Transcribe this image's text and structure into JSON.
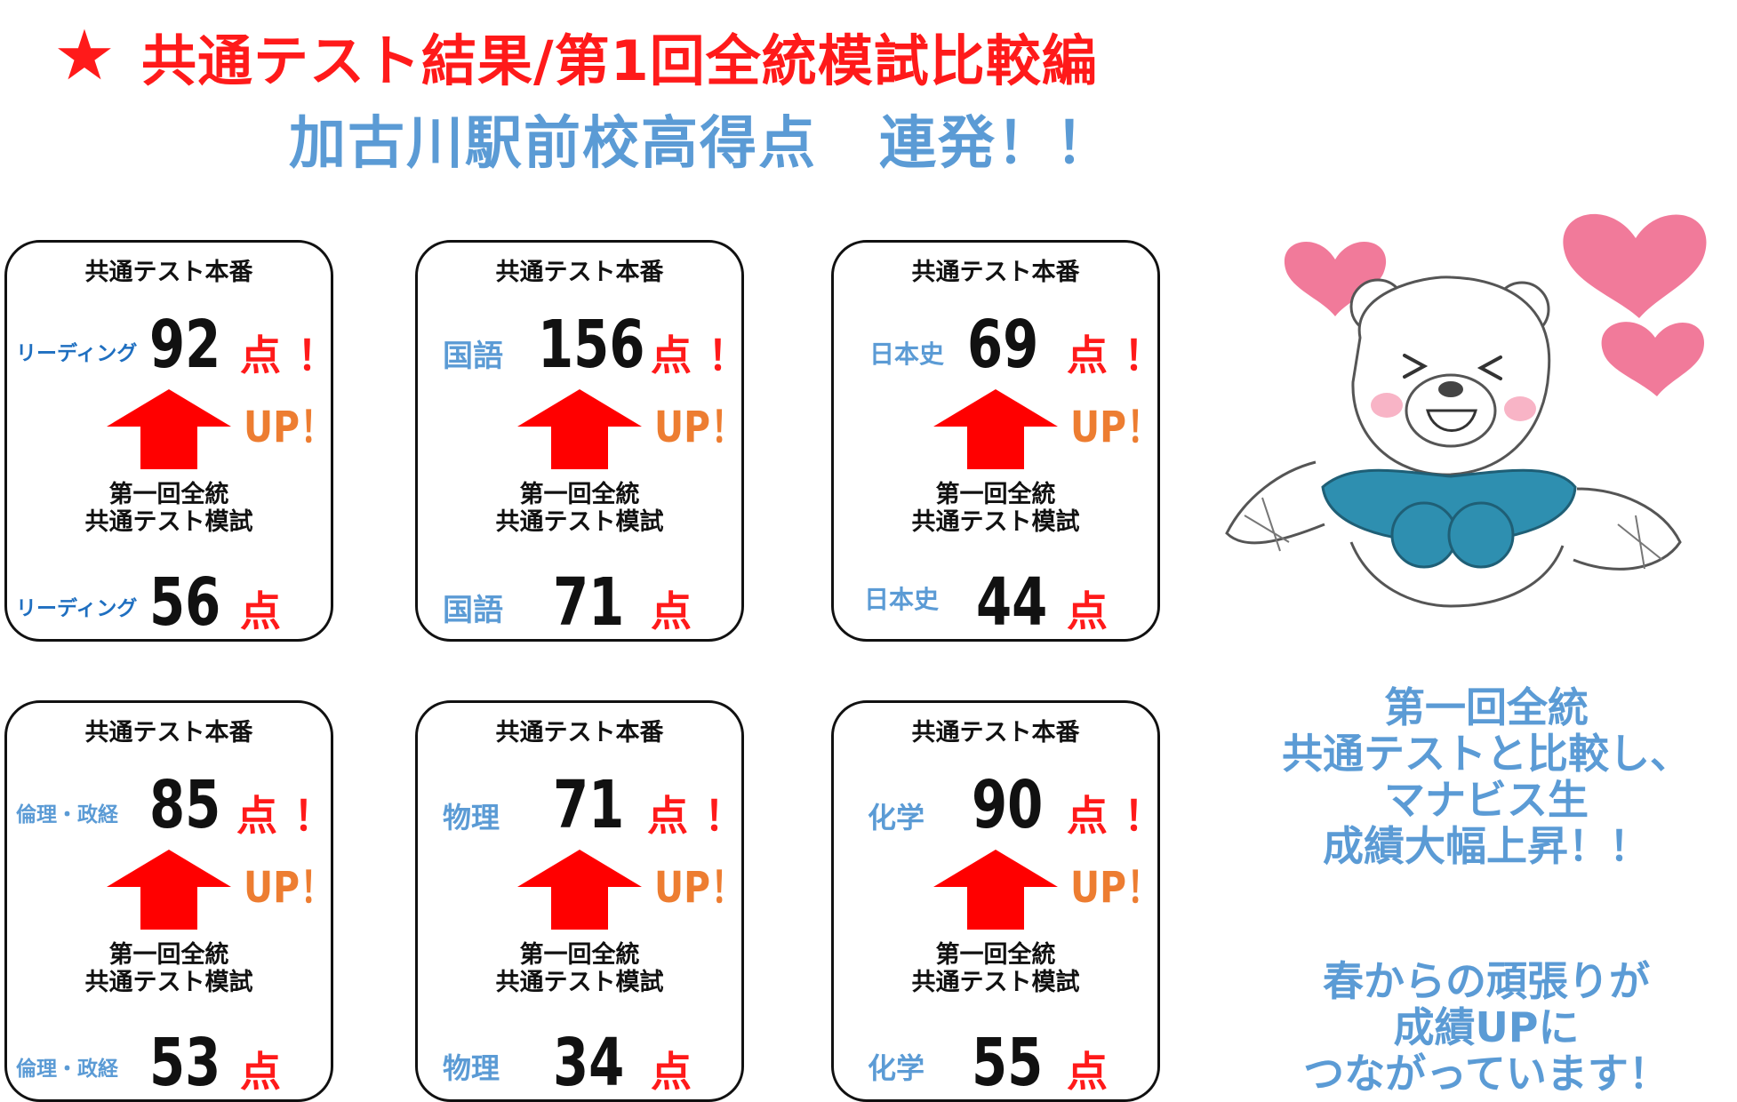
{
  "header": {
    "star": "★",
    "title": "共通テスト結果/第1回全統模試比較編",
    "subtitle_a": "加古川駅前校高得点",
    "subtitle_b": "連発！！"
  },
  "cards": [
    {
      "top_label": "共通テスト本番",
      "subject": "リーディング",
      "score_final": "92",
      "unit_final": "点！",
      "up": "UP！",
      "mid_line1": "第一回全統",
      "mid_line2": "共通テスト模試",
      "score_mock": "56",
      "unit_mock": "点"
    },
    {
      "top_label": "共通テスト本番",
      "subject": "国語",
      "score_final": "156",
      "unit_final": "点！",
      "up": "UP！",
      "mid_line1": "第一回全統",
      "mid_line2": "共通テスト模試",
      "score_mock": "71",
      "unit_mock": "点"
    },
    {
      "top_label": "共通テスト本番",
      "subject": "日本史",
      "score_final": "69",
      "unit_final": "点！",
      "up": "UP！",
      "mid_line1": "第一回全統",
      "mid_line2": "共通テスト模試",
      "score_mock": "44",
      "unit_mock": "点"
    },
    {
      "top_label": "共通テスト本番",
      "subject": "倫理・政経",
      "score_final": "85",
      "unit_final": "点！",
      "up": "UP！",
      "mid_line1": "第一回全統",
      "mid_line2": "共通テスト模試",
      "score_mock": "53",
      "unit_mock": "点"
    },
    {
      "top_label": "共通テスト本番",
      "subject": "物理",
      "score_final": "71",
      "unit_final": "点！",
      "up": "UP！",
      "mid_line1": "第一回全統",
      "mid_line2": "共通テスト模試",
      "score_mock": "34",
      "unit_mock": "点"
    },
    {
      "top_label": "共通テスト本番",
      "subject": "化学",
      "score_final": "90",
      "unit_final": "点！",
      "up": "UP！",
      "mid_line1": "第一回全統",
      "mid_line2": "共通テスト模試",
      "score_mock": "55",
      "unit_mock": "点"
    }
  ],
  "side_message": {
    "line1": "第一回全統",
    "line2": "共通テストと比較し、",
    "line3": "マナビス生",
    "line4": "成績大幅上昇！！",
    "line5": "春からの頑張りが",
    "line6": "成績UPに",
    "line7": "つながっています！"
  },
  "colors": {
    "red": "#ff1a1a",
    "blue": "#5b9bd5",
    "subject_blue_dark": "#1f6fc0",
    "orange": "#ed7d31",
    "bear_scarf": "#2e8fb0",
    "heart": "#f06b8f"
  },
  "illustration": {
    "icon": "bear-with-hearts-illustration"
  }
}
